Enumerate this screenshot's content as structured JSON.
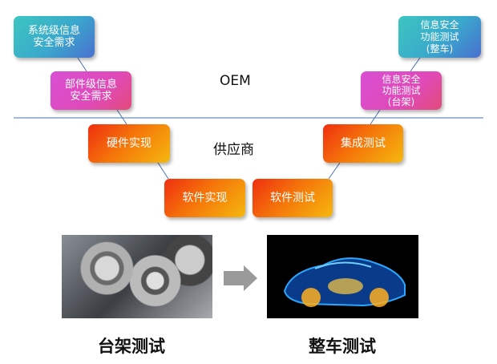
{
  "oem_label": "OEM",
  "supplier_label": "供应商",
  "boxes": {
    "system_req": "系统级信息\n安全需求",
    "component_req": "部件级信息\n安全需求",
    "hw_impl": "硬件实现",
    "sw_impl": "软件实现",
    "sw_test": "软件测试",
    "integration_test": "集成测试",
    "bench_func_test": "信息安全\n功能测试\n(台架)",
    "vehicle_func_test": "信息安全\n功能测试\n(整车)"
  },
  "bottom": {
    "bench_test_label": "台架测试",
    "vehicle_test_label": "整车测试"
  },
  "colors": {
    "teal": "#3aa8cc",
    "pink": "#e04ab8",
    "orange": "#f5740a",
    "divider": "#4a70b0"
  }
}
